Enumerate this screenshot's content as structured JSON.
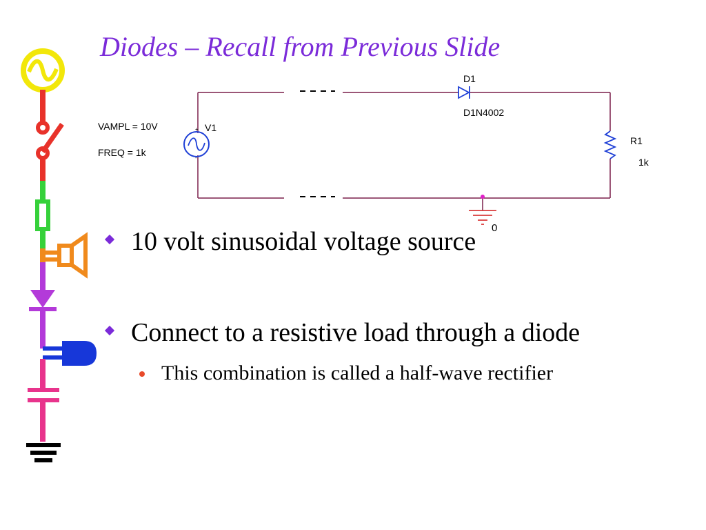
{
  "slide": {
    "title": "Diodes – Recall from Previous Slide"
  },
  "circuit": {
    "source_params": [
      "VAMPL = 10V",
      "FREQ = 1k"
    ],
    "source_name": "V1",
    "diode_name": "D1",
    "diode_model": "D1N4002",
    "resistor_name": "R1",
    "resistor_value": "1k",
    "ground_label": "0",
    "wire_color": "#7a1f4a"
  },
  "bullets": [
    {
      "text": "10 volt sinusoidal voltage source",
      "sub": []
    },
    {
      "text": "Connect to a resistive load through a diode",
      "sub": [
        "This combination is called a half-wave rectifier"
      ]
    }
  ],
  "decoration": {
    "icons": [
      "ac-source-icon",
      "switch-icon",
      "fuse-icon",
      "speaker-icon",
      "diode-icon",
      "plug-icon",
      "capacitor-icon",
      "ground-icon"
    ],
    "colors": [
      "#f2e70a",
      "#e8322a",
      "#35d13a",
      "#f08a1c",
      "#b33ad9",
      "#1737d9",
      "#e8348c",
      "#000000"
    ]
  },
  "theme": {
    "title_color": "#7b2bd9",
    "bullet_color": "#7b2bd9",
    "sub_bullet_color": "#e84a2a"
  }
}
